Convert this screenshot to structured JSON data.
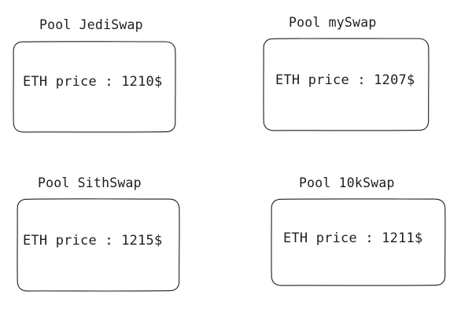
{
  "diagram": {
    "background_color": "#ffffff",
    "stroke_color": "#1e1e1e",
    "text_color": "#1e1e1e",
    "pools": [
      {
        "title": "Pool JediSwap",
        "price_text": "ETH price : 1210$",
        "price_value": 1210,
        "currency": "$",
        "asset": "ETH"
      },
      {
        "title": "Pool mySwap",
        "price_text": "ETH price : 1207$",
        "price_value": 1207,
        "currency": "$",
        "asset": "ETH"
      },
      {
        "title": "Pool SithSwap",
        "price_text": "ETH price : 1215$",
        "price_value": 1215,
        "currency": "$",
        "asset": "ETH"
      },
      {
        "title": "Pool 10kSwap",
        "price_text": "ETH price : 1211$",
        "price_value": 1211,
        "currency": "$",
        "asset": "ETH"
      }
    ]
  }
}
